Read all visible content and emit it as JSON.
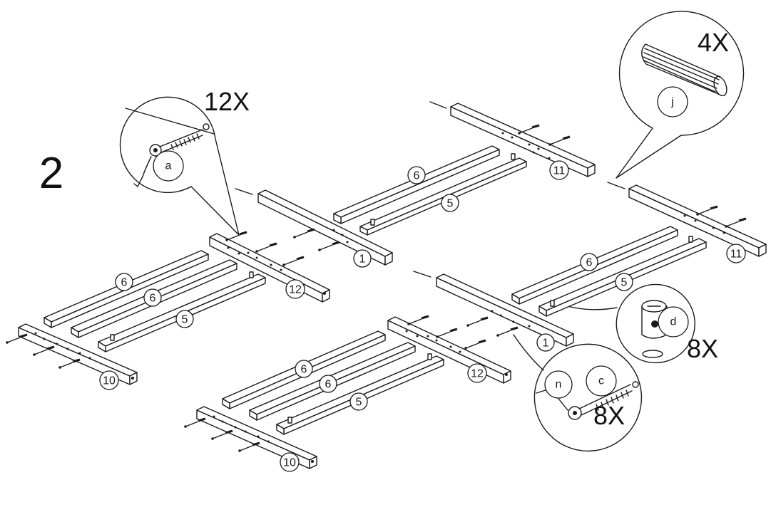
{
  "step_number": "2",
  "callouts": {
    "a": {
      "letter": "a",
      "quantity": "12X"
    },
    "j": {
      "letter": "j",
      "quantity": "4X"
    },
    "d": {
      "letter": "d",
      "quantity": "8X"
    },
    "c": {
      "letter": "c",
      "letter_n": "n",
      "quantity": "8X"
    }
  },
  "part_labels": {
    "p1_top": "1",
    "p1_mid": "1",
    "p5_a": "5",
    "p5_b": "5",
    "p5_c": "5",
    "p5_d": "5",
    "p6_a": "6",
    "p6_b": "6",
    "p6_c": "6",
    "p6_d": "6",
    "p6_e": "6",
    "p6_f": "6",
    "p10_a": "10",
    "p10_b": "10",
    "p11_a": "11",
    "p11_b": "11",
    "p12_a": "12",
    "p12_b": "12"
  }
}
